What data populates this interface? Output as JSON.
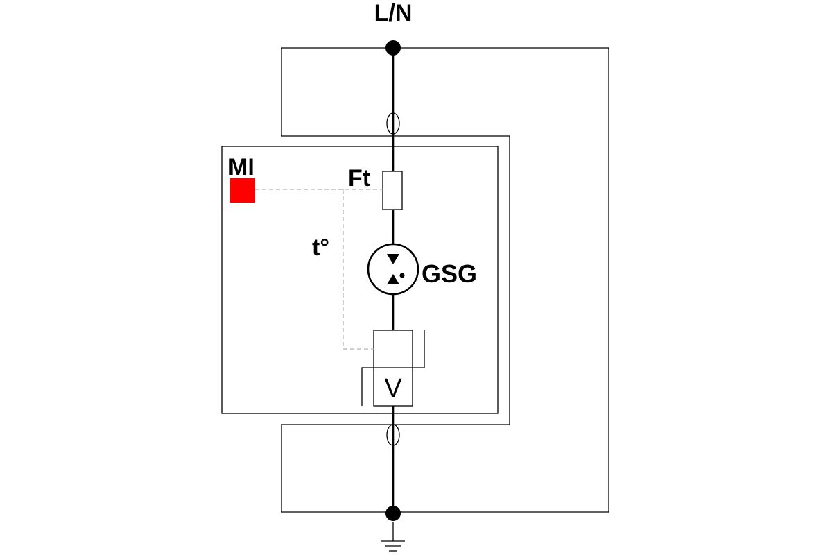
{
  "diagram": {
    "labels": {
      "terminal": "L/N",
      "module_indicator": "MI",
      "fuse": "Ft",
      "thermal": "t°",
      "gas_spark_gap": "GSG",
      "varistor": "V"
    },
    "colors": {
      "indicator": "#ff0000",
      "line": "#000000",
      "dashed_link": "#b0b0b0"
    },
    "icons": [
      "terminal-node-icon",
      "ground-icon"
    ]
  }
}
